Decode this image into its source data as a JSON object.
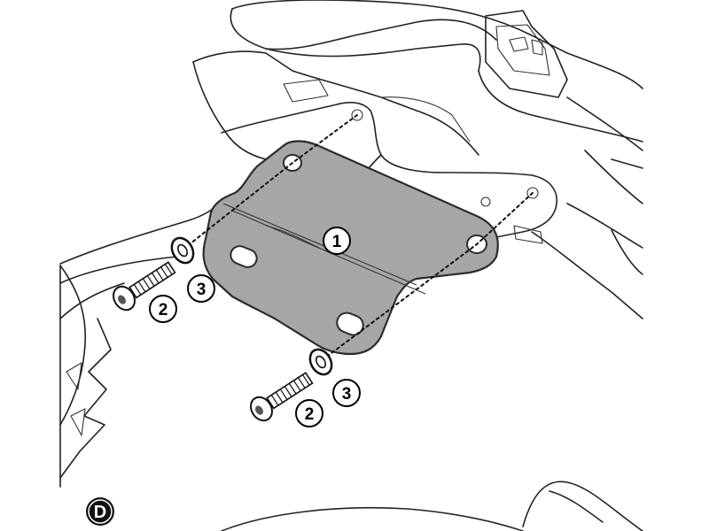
{
  "diagram": {
    "step_label": "D",
    "callouts": [
      {
        "id": "bracket",
        "label": "1"
      },
      {
        "id": "bolt-upper",
        "label": "2"
      },
      {
        "id": "washer-upper",
        "label": "3"
      },
      {
        "id": "bolt-lower",
        "label": "2"
      },
      {
        "id": "washer-lower",
        "label": "3"
      }
    ],
    "colors": {
      "plate_fill": "#a6a6a6",
      "plate_edge": "#2b2b2b",
      "line_art": "#222222",
      "background": "#ffffff"
    }
  }
}
